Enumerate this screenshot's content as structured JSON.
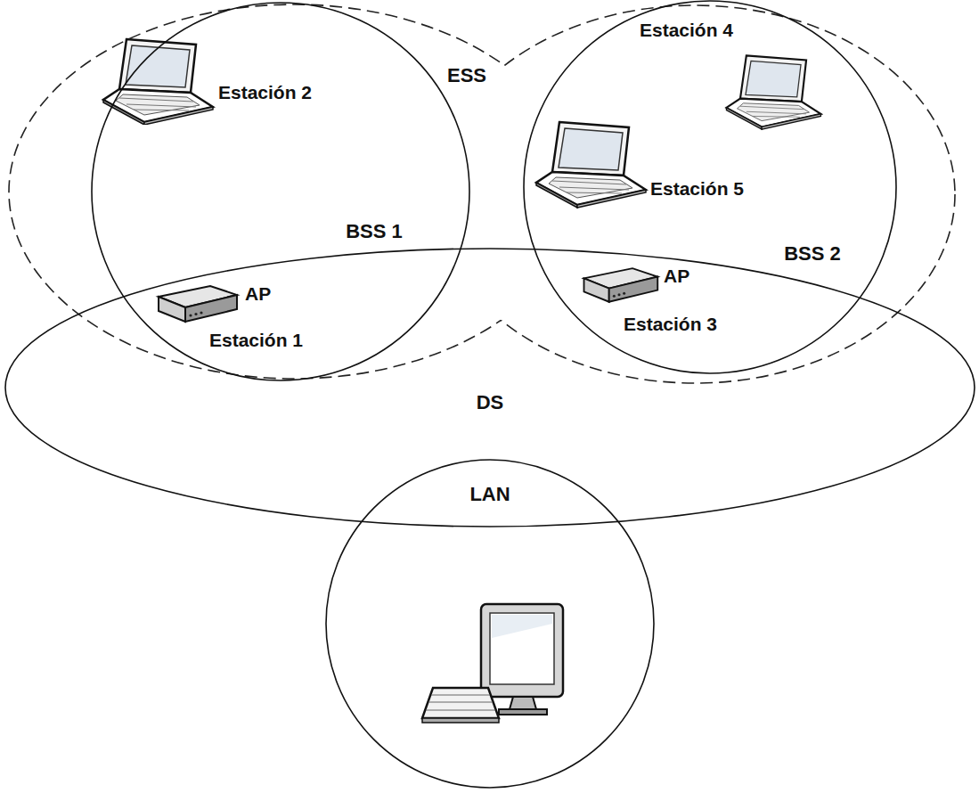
{
  "diagram": {
    "nodes": [
      {
        "text": [
          "ESS"
        ]
      },
      {
        "text": [
          "BSS 1"
        ],
        "in": 0
      },
      {
        "text": [
          "BSS 2"
        ],
        "in": 0
      },
      {
        "text": [
          "DS"
        ]
      },
      {
        "text": [
          "LAN"
        ]
      }
    ],
    "labels": [
      "Estación 2",
      "Estación 4",
      "Estación 5",
      "AP",
      "Estación 1",
      "AP",
      "Estación 3"
    ]
  }
}
